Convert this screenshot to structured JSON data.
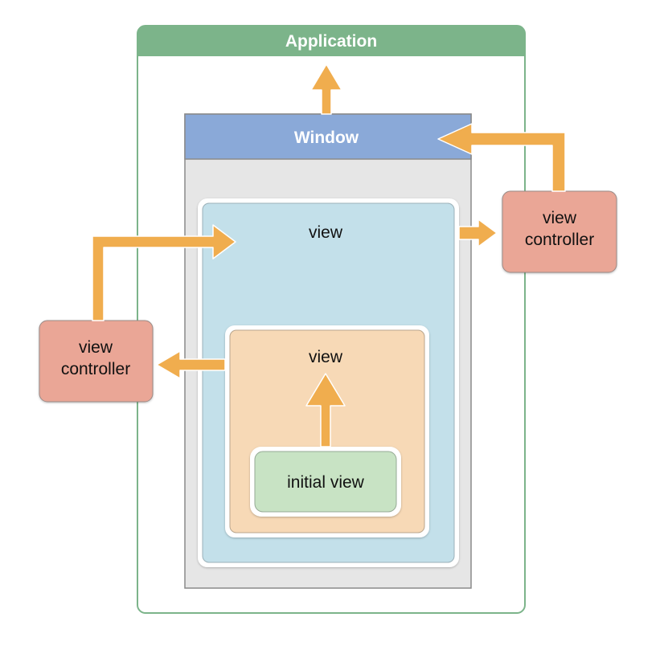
{
  "colors": {
    "application_header": "#7cb48a",
    "application_border": "#7cb48a",
    "window_header": "#8aa9d8",
    "window_body": "#e6e6e6",
    "root_view": "#c3e0ea",
    "sub_view": "#f7d9b6",
    "initial_view": "#c8e3c4",
    "view_controller": "#eaa696",
    "arrow": "#f0ad4e"
  },
  "application": {
    "label": "Application"
  },
  "window": {
    "label": "Window"
  },
  "root_view": {
    "label": "view"
  },
  "sub_view": {
    "label": "view"
  },
  "initial_view": {
    "label": "initial view"
  },
  "right_controller": {
    "line1": "view",
    "line2": "controller"
  },
  "left_controller": {
    "line1": "view",
    "line2": "controller"
  }
}
